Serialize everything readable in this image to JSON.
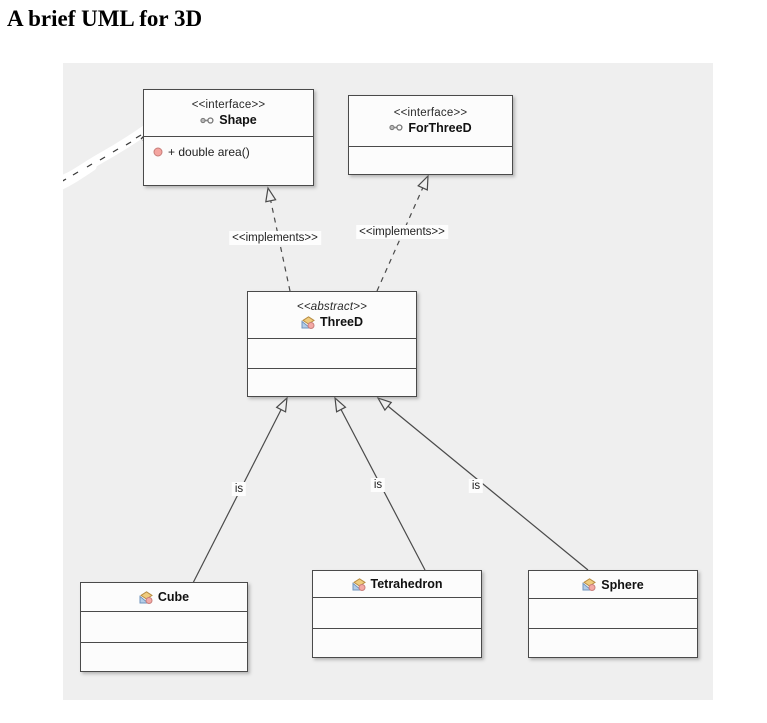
{
  "page": {
    "title": "A brief UML for 3D"
  },
  "colors": {
    "panel_bg": "#efefef",
    "box_bg": "#fcfcfc",
    "box_border": "#4a4a4a",
    "method_ball": "#f4a5a0",
    "class_icon_yellow": "#f0cc7e",
    "class_icon_blue": "#b3cde8",
    "class_icon_pink": "#f4a9a5"
  },
  "classes": {
    "shape": {
      "stereotype": "<<interface>>",
      "name": "Shape",
      "method": "+ double area()"
    },
    "forthreed": {
      "stereotype": "<<interface>>",
      "name": "ForThreeD"
    },
    "threed": {
      "stereotype": "<<abstract>>",
      "name": "ThreeD"
    },
    "cube": {
      "name": "Cube"
    },
    "tetrahedron": {
      "name": "Tetrahedron"
    },
    "sphere": {
      "name": "Sphere"
    }
  },
  "edges": {
    "implements_left": "<<implements>>",
    "implements_right": "<<implements>>",
    "is_cube": "is",
    "is_tetrahedron": "is",
    "is_sphere": "is"
  }
}
